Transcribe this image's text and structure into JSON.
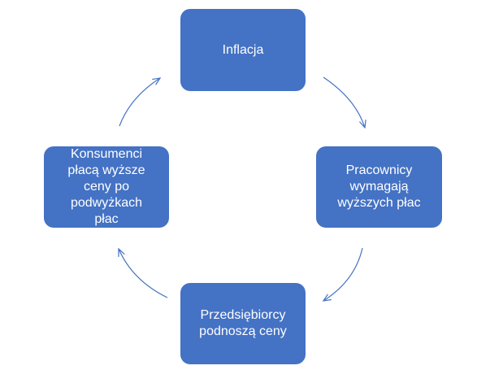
{
  "diagram": {
    "nodes": [
      {
        "id": "top",
        "label": "Inflacja"
      },
      {
        "id": "right",
        "label": "Pracownicy wymagają wyższych płac"
      },
      {
        "id": "bottom",
        "label": "Przedsiębiorcy podnoszą ceny"
      },
      {
        "id": "left",
        "label": "Konsumenci płacą wyższe ceny po podwyżkach płac"
      }
    ],
    "edges": [
      {
        "from": "top",
        "to": "right"
      },
      {
        "from": "right",
        "to": "bottom"
      },
      {
        "from": "bottom",
        "to": "left"
      },
      {
        "from": "left",
        "to": "top"
      }
    ],
    "colors": {
      "node_fill": "#4472c4",
      "node_text": "#ffffff",
      "arrow": "#4472c4"
    }
  }
}
